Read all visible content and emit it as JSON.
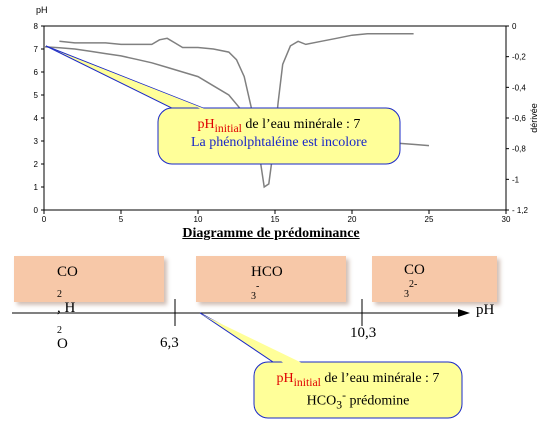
{
  "chart_data": {
    "type": "line",
    "xlim": [
      0,
      30
    ],
    "ylim": [
      0,
      8
    ],
    "y2lim": [
      -1.2,
      0
    ],
    "x_ticks": [
      "0",
      "5",
      "10",
      "15",
      "20",
      "25",
      "30"
    ],
    "y_ticks": [
      "0",
      "1",
      "2",
      "3",
      "4",
      "5",
      "6",
      "7",
      "8"
    ],
    "y2_ticks": [
      "0",
      "-0,2",
      "-0,4",
      "-0,6",
      "-0,8",
      "-1",
      "- 1,2"
    ],
    "ylabel": "pH",
    "y2label": "dérivée",
    "grid": false,
    "series": [
      {
        "axis": "left",
        "x": [
          0,
          1,
          2,
          3,
          4,
          5,
          6,
          7,
          8,
          9,
          10,
          11,
          12,
          12.5,
          13,
          13.5,
          14,
          14.5,
          15,
          15.5,
          16,
          17,
          18,
          19,
          20,
          21,
          22,
          23,
          24,
          25
        ],
        "y": [
          7.1,
          7.05,
          7.0,
          6.9,
          6.8,
          6.7,
          6.55,
          6.4,
          6.2,
          6.0,
          5.8,
          5.4,
          5.0,
          4.6,
          4.2,
          3.6,
          3.0,
          2.3,
          3.0,
          3.25,
          3.35,
          3.3,
          3.25,
          3.15,
          3.05,
          3.0,
          2.95,
          2.9,
          2.85,
          2.8
        ]
      },
      {
        "axis": "right",
        "x": [
          1,
          2,
          3,
          4,
          5,
          6,
          7,
          7.5,
          8,
          8.5,
          9,
          10,
          11,
          12,
          12.5,
          13,
          13.5,
          14,
          14.3,
          14.6,
          14.9,
          15.2,
          15.5,
          16,
          16.5,
          17,
          18,
          19,
          20,
          21,
          22,
          23,
          24
        ],
        "y": [
          -0.1,
          -0.11,
          -0.11,
          -0.11,
          -0.12,
          -0.12,
          -0.12,
          -0.09,
          -0.08,
          -0.11,
          -0.14,
          -0.14,
          -0.15,
          -0.17,
          -0.22,
          -0.33,
          -0.55,
          -0.85,
          -1.05,
          -1.03,
          -0.8,
          -0.5,
          -0.25,
          -0.13,
          -0.1,
          -0.12,
          -0.1,
          -0.08,
          -0.06,
          -0.05,
          -0.05,
          -0.05,
          -0.05
        ]
      }
    ]
  },
  "callout1": {
    "ph_prefix": "pH",
    "ph_sub": "initial",
    "line1_rest": " de l’eau minérale : 7",
    "line2": "La phénolphtaléine est incolore"
  },
  "diagram": {
    "title": "Diagramme de prédominance",
    "axis_label": "pH",
    "tick1": "6,3",
    "tick2": "10,3",
    "box1": {
      "a": "CO",
      "a_sub": "2",
      "b": ", H",
      "b_sub": "2",
      "c": "O"
    },
    "box2": {
      "a": "HCO",
      "a_sub": "3",
      "a_sup": "-"
    },
    "box3": {
      "a": "CO",
      "a_sub": "3",
      "a_sup": "2-"
    }
  },
  "callout2": {
    "ph_prefix": "pH",
    "ph_sub": "initial",
    "line1_rest": " de l’eau minérale : 7",
    "line2_species": "HCO",
    "line2_sub": "3",
    "line2_sup": "-",
    "line2_rest": " prédomine"
  },
  "colors": {
    "curve": "#808080",
    "callout_fill": "#ffff99",
    "box_fill": "#f7c8a8",
    "red_text": "#e00000",
    "blue_text": "#1a28c8"
  }
}
